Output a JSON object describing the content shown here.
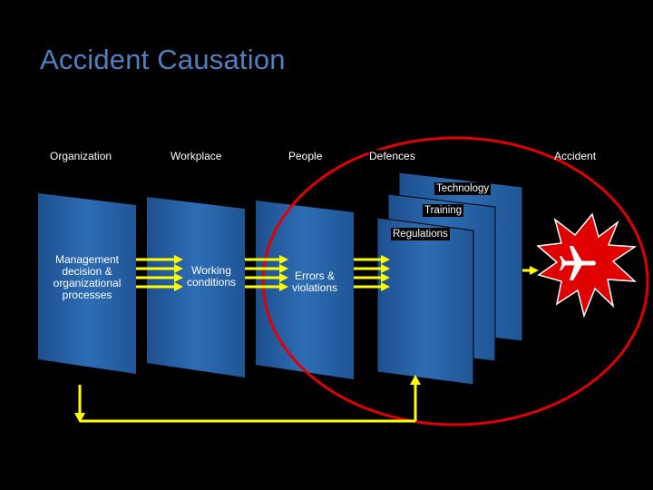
{
  "title": "Accident Causation",
  "headers": {
    "organization": "Organization",
    "workplace": "Workplace",
    "people": "People",
    "defences": "Defences",
    "accident": "Accident"
  },
  "defences": {
    "technology": "Technology",
    "training": "Training",
    "regulations": "Regulations"
  },
  "panels": {
    "management": "Management decision & organizational processes",
    "working": "Working conditions",
    "errors": "Errors & violations"
  },
  "colors": {
    "title": "#4f81bd",
    "panel": "#2e6db4",
    "arrow": "#ffff00",
    "ellipse": "#e00000",
    "explosion": "#e00000"
  },
  "icons": {
    "accident": "airplane-icon"
  }
}
